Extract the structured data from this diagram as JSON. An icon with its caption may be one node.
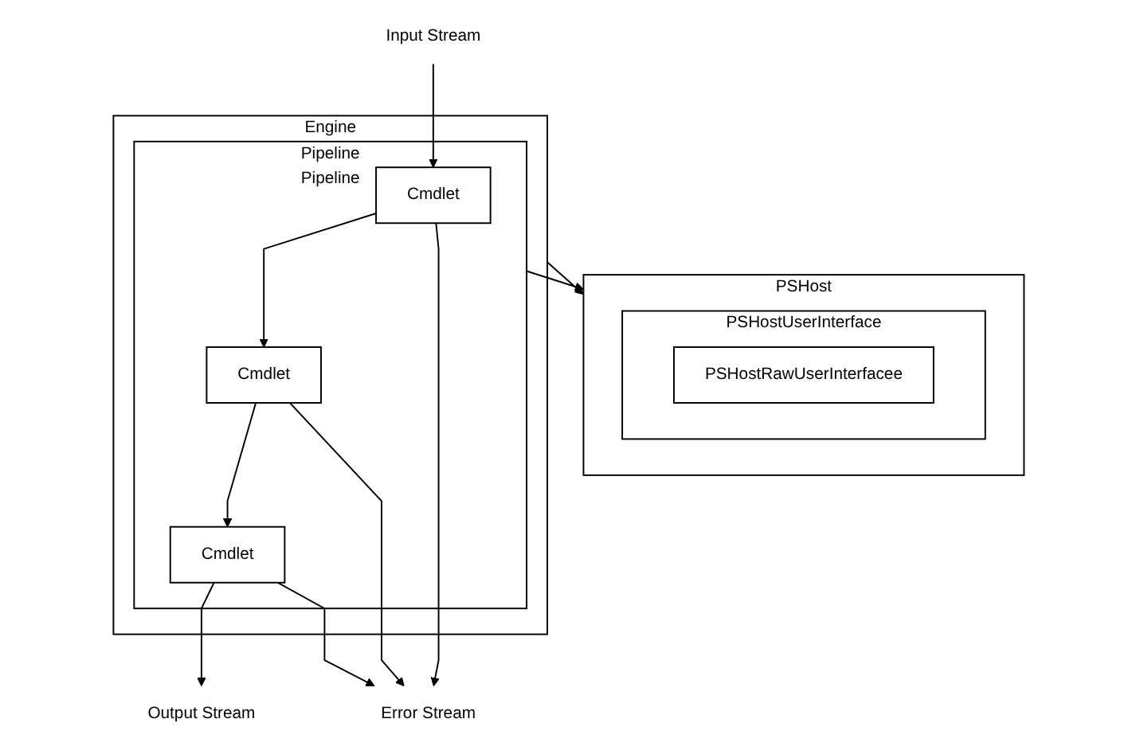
{
  "diagram": {
    "nodes": [
      {
        "text": [
          "PSHost"
        ]
      },
      {
        "text": [
          "PSHostUserInterface"
        ],
        "in": 0
      },
      {
        "text": [
          "PSHostRawUserInterfacee"
        ],
        "in": 1
      },
      {
        "text": [
          "Input Stream"
        ]
      },
      {
        "text": [
          "Output Stream"
        ]
      },
      {
        "text": [
          "Engine"
        ]
      },
      {
        "text": [
          "Pipeline",
          "Pipeline"
        ],
        "in": 5
      },
      {
        "text": [
          "Cmdlet"
        ],
        "in": 6
      },
      {
        "text": [
          "Cmdlet"
        ],
        "in": 6
      },
      {
        "text": [
          "Cmdlet"
        ],
        "in": 6
      },
      {
        "text": [
          "Error Stream"
        ]
      }
    ],
    "edges": [
      {
        "from": 5,
        "to": 0,
        "arrow": "to"
      },
      {
        "from": 6,
        "to": 0,
        "arrow": "to"
      },
      {
        "from": 3,
        "to": 7,
        "arrow": "to"
      },
      {
        "from": 7,
        "to": 8,
        "arrow": "to"
      },
      {
        "from": 8,
        "to": 9,
        "arrow": "to"
      },
      {
        "from": 9,
        "to": 4,
        "arrow": "to"
      },
      {
        "from": 7,
        "to": 10,
        "arrow": "to"
      },
      {
        "from": 8,
        "to": 10,
        "arrow": "to"
      },
      {
        "from": 9,
        "to": 10,
        "arrow": "to"
      }
    ]
  }
}
